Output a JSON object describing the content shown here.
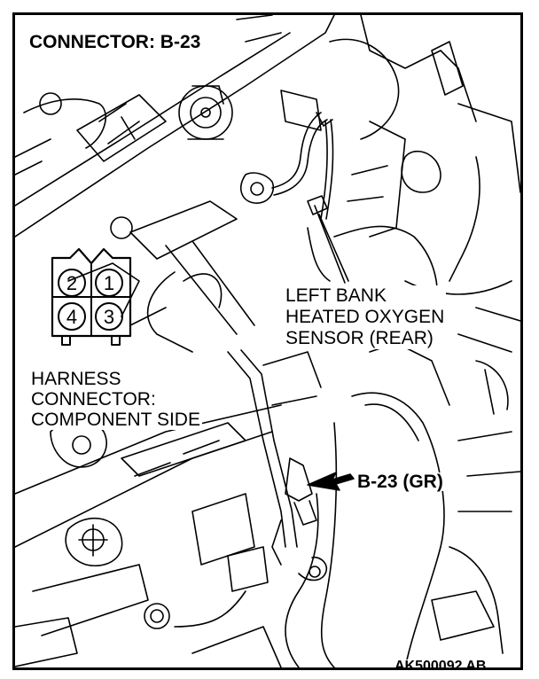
{
  "title": "CONNECTOR: B-23",
  "sensor_label": {
    "lines": [
      "LEFT BANK",
      "HEATED OXYGEN",
      "SENSOR (REAR)"
    ]
  },
  "harness_label": {
    "lines": [
      "HARNESS",
      "CONNECTOR:",
      "COMPONENT SIDE"
    ]
  },
  "connector_pins": [
    "2",
    "1",
    "4",
    "3"
  ],
  "callout_label": "B-23 (GR)",
  "figure_id": "AK500092 AB",
  "colors": {
    "ink": "#000000",
    "paper": "#ffffff"
  }
}
